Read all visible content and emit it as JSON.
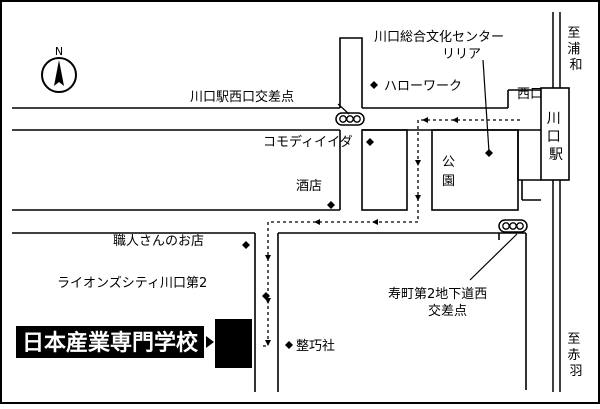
{
  "map": {
    "school_name": "日本産業専門学校",
    "north_label": "N",
    "to_urawa": "至浦和",
    "to_akabane": "至赤羽",
    "station": "川口駅",
    "exit": "西口",
    "cultural_center": "川口総合文化センター\nリリア",
    "hello_work": "ハローワーク",
    "intersection_west_exit": "川口駅西口交差点",
    "comodi_iida": "コモディイイダ",
    "park": "公園",
    "liquor_store": "酒店",
    "shokunin_shop": "職人さんのお店",
    "lions_city": "ライオンズシティ川口第2",
    "chiropractic": "整巧社",
    "kotobukicho": "寿町第2地下道西\n交差点"
  },
  "colors": {
    "ink": "#000000",
    "background": "#ffffff"
  }
}
